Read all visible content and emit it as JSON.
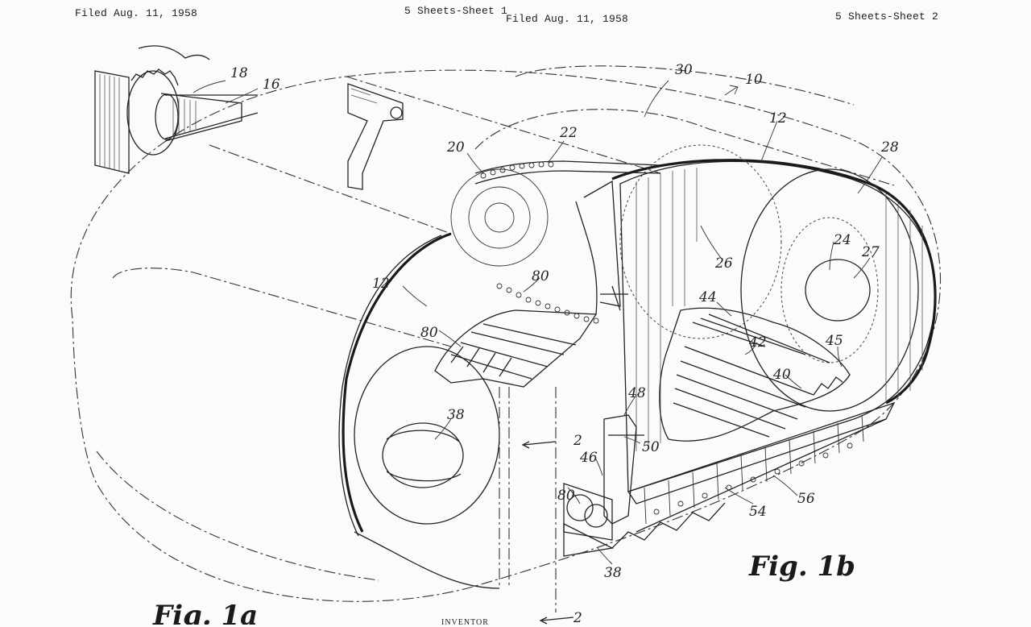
{
  "header": {
    "filed_left": "Filed Aug. 11, 1958",
    "sheet_left": "5 Sheets-Sheet 1",
    "filed_right": "Filed Aug. 11, 1958",
    "sheet_right": "5 Sheets-Sheet 2"
  },
  "figures": {
    "fig_a": "Fig. 1a",
    "fig_b": "Fig. 1b"
  },
  "references": {
    "r10": "10",
    "r12a": "12",
    "r12b": "12",
    "r16": "16",
    "r18": "18",
    "r20": "20",
    "r22": "22",
    "r24": "24",
    "r26": "26",
    "r27": "27",
    "r28": "28",
    "r30": "30",
    "r38a": "38",
    "r38b": "38",
    "r40": "40",
    "r42": "42",
    "r44": "44",
    "r45": "45",
    "r46": "46",
    "r48": "48",
    "r50": "50",
    "r54": "54",
    "r56": "56",
    "r80a": "80",
    "r80b": "80",
    "r80c": "80",
    "r2a": "2",
    "r2b": "2"
  },
  "footer": {
    "inventor": "INVENTOR"
  }
}
